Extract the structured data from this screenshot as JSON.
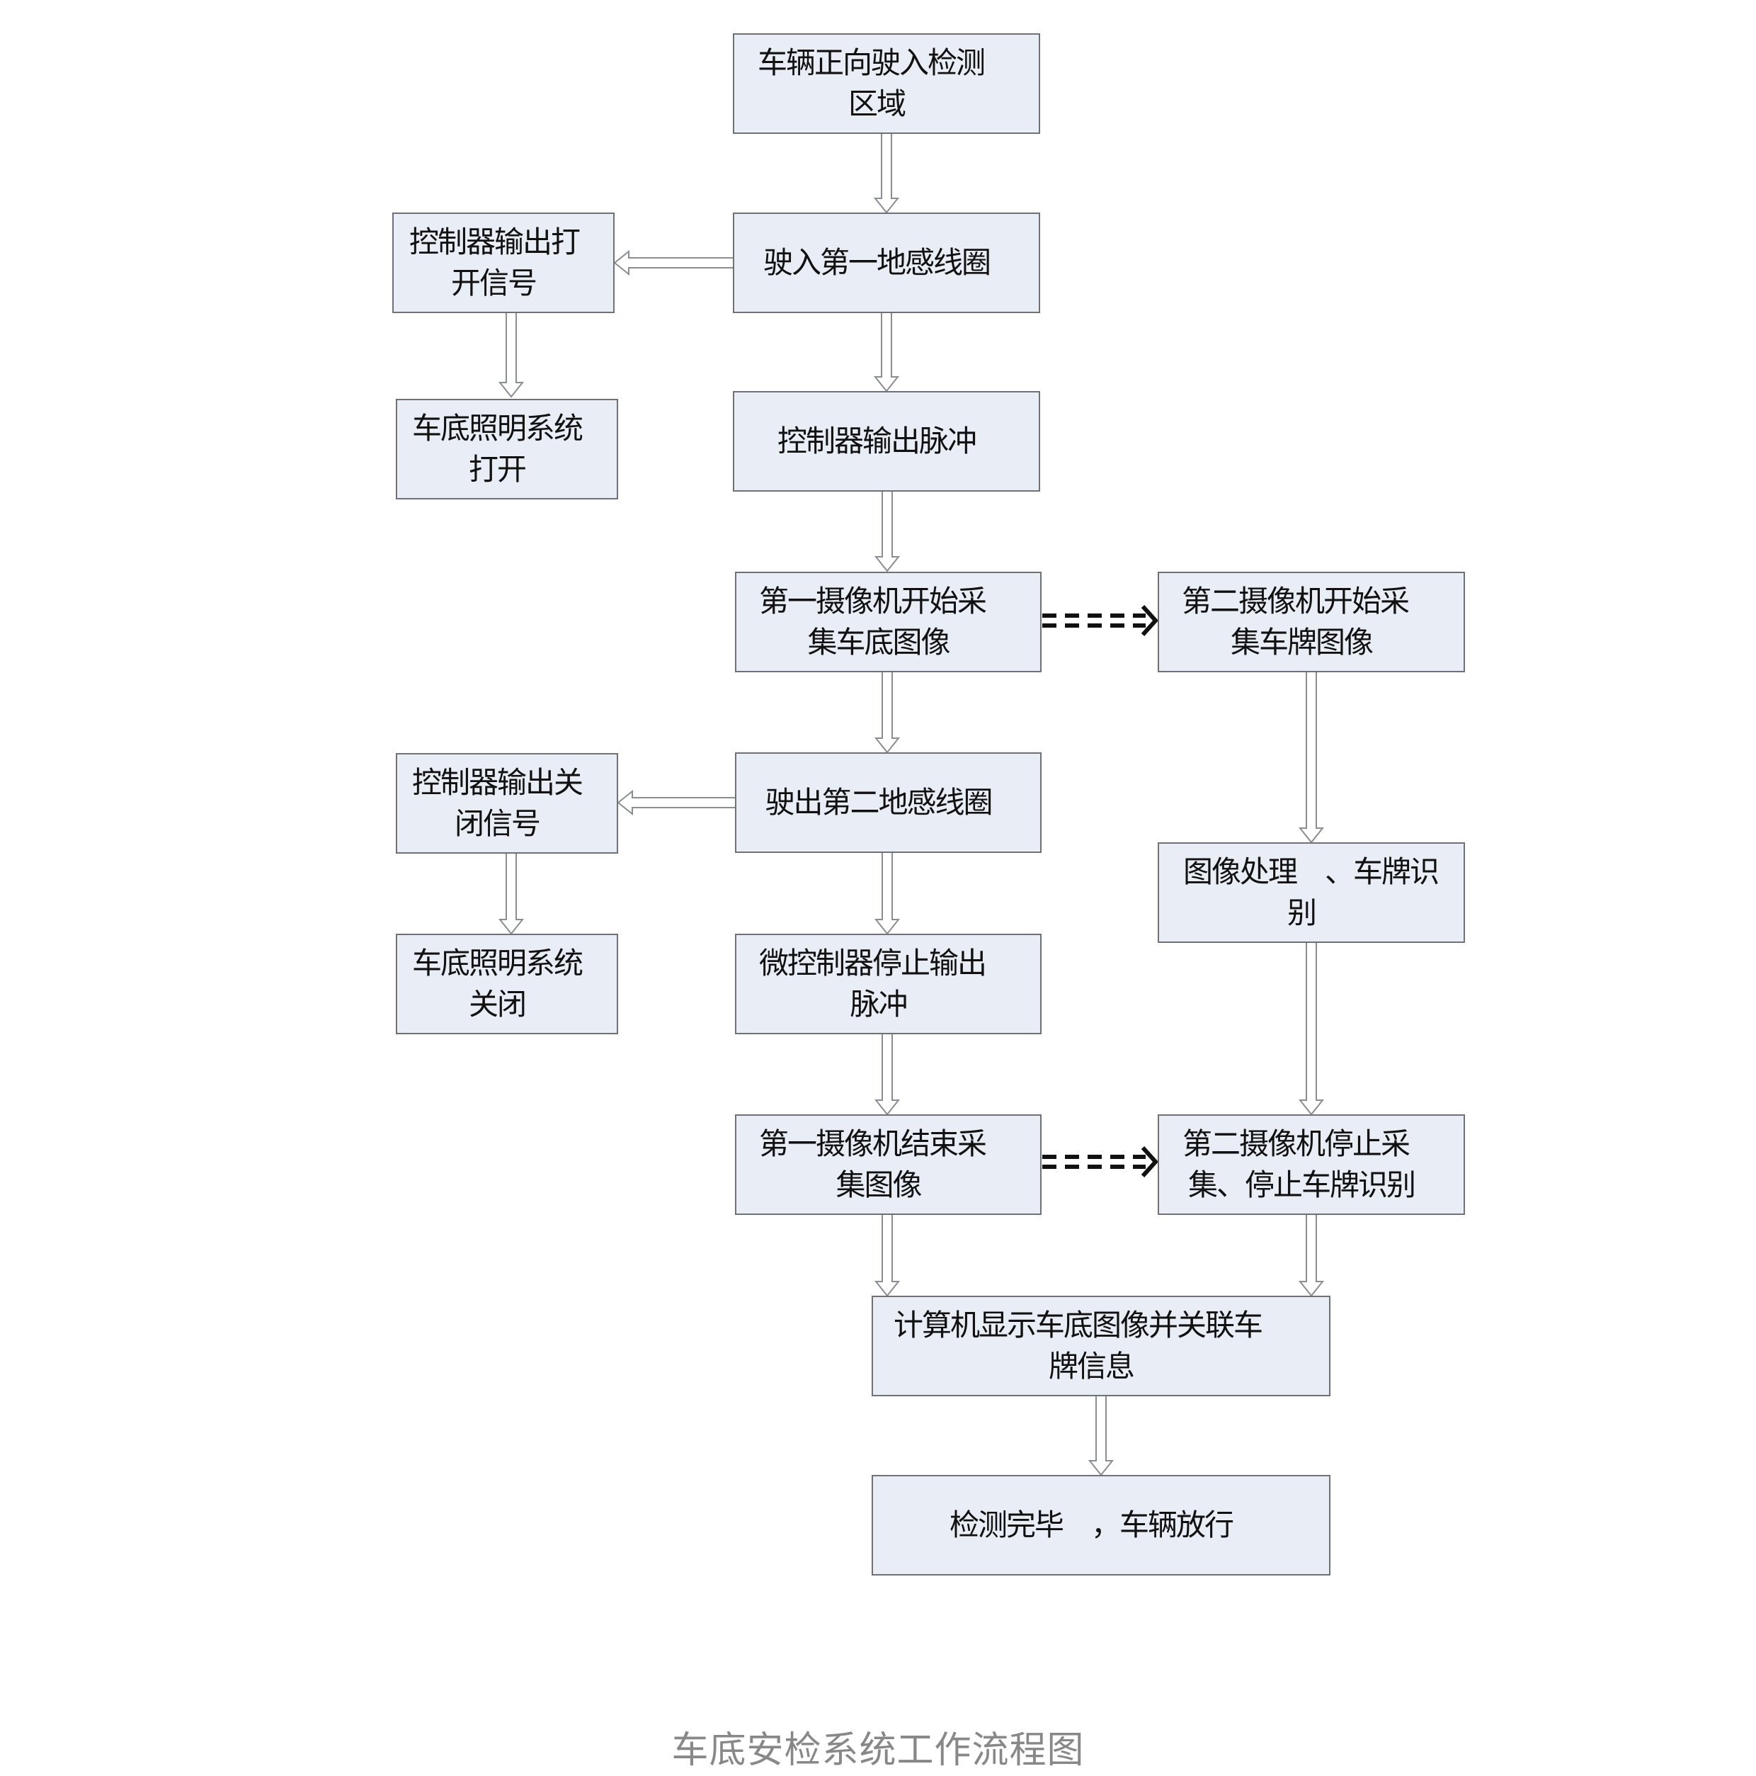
{
  "diagram": {
    "nodes": [
      {
        "id": "entry-detection-zone",
        "lines": [
          "车辆正向驶入检测",
          "区域"
        ]
      },
      {
        "id": "enter-first-loop",
        "lines": [
          "驶入第一地感线圈"
        ]
      },
      {
        "id": "controller-open-signal",
        "lines": [
          "控制器输出打",
          "开信号"
        ]
      },
      {
        "id": "lighting-on",
        "lines": [
          "车底照明系统",
          "打开"
        ]
      },
      {
        "id": "controller-output-pulse",
        "lines": [
          "控制器输出脉冲"
        ]
      },
      {
        "id": "camera1-start-capture",
        "lines": [
          "第一摄像机开始采",
          "集车底图像"
        ]
      },
      {
        "id": "camera2-start-capture",
        "lines": [
          "第二摄像机开始采",
          "集车牌图像"
        ]
      },
      {
        "id": "exit-second-loop",
        "lines": [
          "驶出第二地感线圈"
        ]
      },
      {
        "id": "controller-close-signal",
        "lines": [
          "控制器输出关",
          "闭信号"
        ]
      },
      {
        "id": "lighting-off",
        "lines": [
          "车底照明系统",
          "关闭"
        ]
      },
      {
        "id": "mcu-stop-pulse",
        "lines": [
          "微控制器停止输出",
          "脉冲"
        ]
      },
      {
        "id": "image-processing",
        "lines": [
          "图像处理　、车牌识",
          "别"
        ]
      },
      {
        "id": "camera1-end-capture",
        "lines": [
          "第一摄像机结束采",
          "集图像"
        ]
      },
      {
        "id": "camera2-stop-capture",
        "lines": [
          "第二摄像机停止采",
          "集、停止车牌识别"
        ]
      },
      {
        "id": "computer-display",
        "lines": [
          "计算机显示车底图像并关联车",
          "牌信息"
        ]
      },
      {
        "id": "detection-complete",
        "lines": [
          "检测完毕　，车辆放行"
        ]
      }
    ],
    "edges": [
      {
        "from": "entry-detection-zone",
        "to": "enter-first-loop",
        "style": "solid"
      },
      {
        "from": "enter-first-loop",
        "to": "controller-open-signal",
        "style": "solid"
      },
      {
        "from": "controller-open-signal",
        "to": "lighting-on",
        "style": "solid"
      },
      {
        "from": "enter-first-loop",
        "to": "controller-output-pulse",
        "style": "solid"
      },
      {
        "from": "controller-output-pulse",
        "to": "camera1-start-capture",
        "style": "solid"
      },
      {
        "from": "camera1-start-capture",
        "to": "camera2-start-capture",
        "style": "dashed"
      },
      {
        "from": "camera1-start-capture",
        "to": "exit-second-loop",
        "style": "solid"
      },
      {
        "from": "exit-second-loop",
        "to": "controller-close-signal",
        "style": "solid"
      },
      {
        "from": "controller-close-signal",
        "to": "lighting-off",
        "style": "solid"
      },
      {
        "from": "exit-second-loop",
        "to": "mcu-stop-pulse",
        "style": "solid"
      },
      {
        "from": "camera2-start-capture",
        "to": "image-processing",
        "style": "solid"
      },
      {
        "from": "mcu-stop-pulse",
        "to": "camera1-end-capture",
        "style": "solid"
      },
      {
        "from": "image-processing",
        "to": "camera2-stop-capture",
        "style": "solid"
      },
      {
        "from": "camera1-end-capture",
        "to": "camera2-stop-capture",
        "style": "dashed"
      },
      {
        "from": "camera1-end-capture",
        "to": "computer-display",
        "style": "solid"
      },
      {
        "from": "camera2-stop-capture",
        "to": "computer-display",
        "style": "solid"
      },
      {
        "from": "computer-display",
        "to": "detection-complete",
        "style": "solid"
      }
    ]
  },
  "caption": "车底安检系统工作流程图"
}
